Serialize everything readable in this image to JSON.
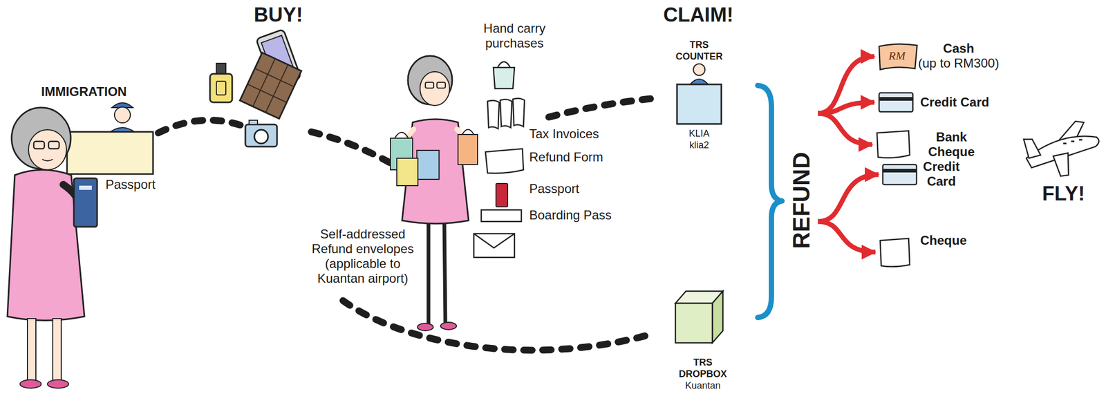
{
  "diagram": {
    "nodes": [
      {
        "text": [
          "TRS COUNTER",
          "KLIA klia2"
        ]
      },
      {
        "text": [
          "TRS DROPBOX",
          "Kuantan"
        ]
      },
      {
        "text": [
          "REFUND"
        ]
      },
      {
        "text": [
          "Cash",
          "(up to RM300)"
        ]
      },
      {
        "text": [
          "Credit Card"
        ]
      },
      {
        "text": [
          "Bank Cheque"
        ]
      },
      {
        "text": [
          "Credit Card"
        ]
      },
      {
        "text": [
          "Cheque"
        ]
      }
    ],
    "edges": [
      {
        "from": 2,
        "to": 3,
        "arrow": "to"
      },
      {
        "from": 2,
        "to": 4,
        "arrow": "to"
      },
      {
        "from": 2,
        "to": 5,
        "arrow": "to"
      },
      {
        "from": 2,
        "to": 6,
        "arrow": "to"
      },
      {
        "from": 2,
        "to": 7,
        "arrow": "to"
      }
    ],
    "labels": [
      "IMMIGRATION",
      "Passport",
      "BUY!",
      "Hand carry purchases",
      "Tax Invoices",
      "Refund Form",
      "Passport",
      "Boarding Pass",
      "Self-addressed Refund envelopes (applicable to Kuantan airport)",
      "CLAIM!",
      "RM",
      "FLY!"
    ]
  }
}
